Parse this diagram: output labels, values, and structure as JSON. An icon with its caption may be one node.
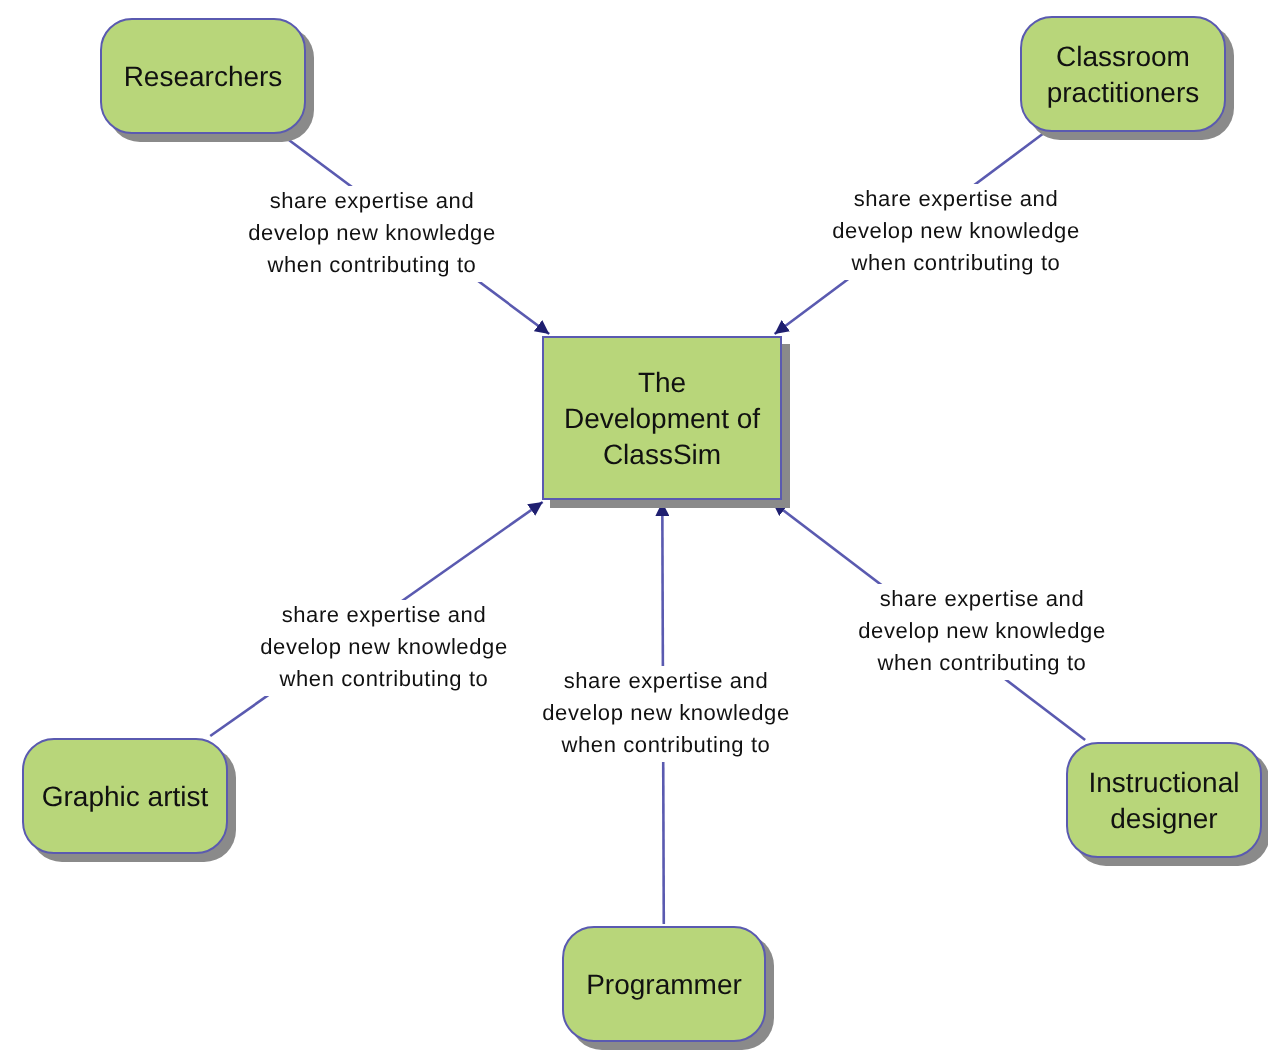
{
  "diagram": {
    "nodes": [
      {
        "text": [
          "Researchers"
        ]
      },
      {
        "text": [
          "Classroom practitioners"
        ]
      },
      {
        "text": [
          "The Development of ClassSim"
        ]
      },
      {
        "text": [
          "Graphic artist"
        ]
      },
      {
        "text": [
          "Instructional designer"
        ]
      },
      {
        "text": [
          "Programmer"
        ]
      }
    ],
    "edges": [
      {
        "from": 0,
        "to": 2,
        "arrow": "to",
        "label": "share expertise and develop new knowledge when contributing to"
      },
      {
        "from": 1,
        "to": 2,
        "arrow": "to",
        "label": "share expertise and develop new knowledge when contributing to"
      },
      {
        "from": 3,
        "to": 2,
        "arrow": "to",
        "label": "share expertise and develop new knowledge when contributing to"
      },
      {
        "from": 4,
        "to": 2,
        "arrow": "to",
        "label": "share expertise and develop new knowledge when contributing to"
      },
      {
        "from": 5,
        "to": 2,
        "arrow": "to",
        "label": "share expertise and develop new knowledge when contributing to"
      }
    ]
  }
}
